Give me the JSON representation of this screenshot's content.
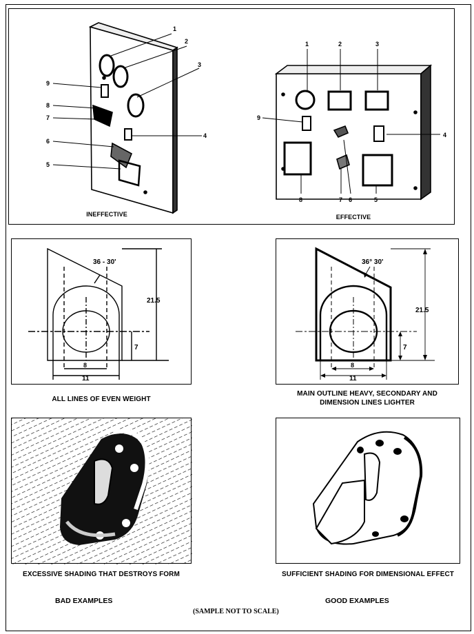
{
  "panel_top": {
    "ineffective_label": "INEFFECTIVE",
    "effective_label": "EFFECTIVE",
    "callouts": [
      "1",
      "2",
      "3",
      "4",
      "5",
      "6",
      "7",
      "8",
      "9"
    ]
  },
  "panel_mid": {
    "left_caption": "ALL LINES OF EVEN WEIGHT",
    "right_caption_line1": "MAIN OUTLINE HEAVY, SECONDARY AND",
    "right_caption_line2": "DIMENSION LINES LIGHTER",
    "dim_angle_left": "36 - 30'",
    "dim_angle_right": "36° 30'",
    "dim_height": "21.5",
    "dim_small": "7",
    "dim_hole": "8",
    "dim_width": "11"
  },
  "panel_bottom": {
    "left_caption": "EXCESSIVE SHADING THAT DESTROYS FORM",
    "right_caption": "SUFFICIENT SHADING FOR DIMENSIONAL EFFECT"
  },
  "footer": {
    "bad": "BAD EXAMPLES",
    "good": "GOOD EXAMPLES",
    "note": "(SAMPLE NOT TO SCALE)"
  }
}
